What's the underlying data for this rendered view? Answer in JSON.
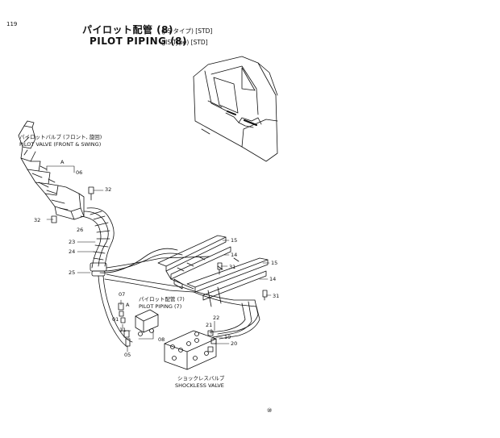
{
  "page_number": "119",
  "title": {
    "jp_main": "パイロット配管 (8)",
    "jp_sub": "(JIS タイプ) [STD]",
    "en_main": "PILOT PIPING (8)",
    "en_sub": "(JIS-Type) [STD]"
  },
  "labels": {
    "valve_jp": "パイロットバルブ (フロント, 旋回)",
    "valve_en": "PILOT VALVE (FRONT & SWING)",
    "piping_jp": "パイロット配管 (7)",
    "piping_en": "PILOT PIPING (7)",
    "shockless_jp": "ショックレスバルブ",
    "shockless_en": "SHOCKLESS VALVE"
  },
  "callouts": {
    "c06": "06",
    "a1": "A",
    "c32a": "32",
    "c32b": "32",
    "c26": "26",
    "c23": "23",
    "c24": "24",
    "c25": "25",
    "c15a": "15",
    "c14a": "14",
    "c31a": "31",
    "c15b": "15",
    "c14b": "14",
    "c31b": "31",
    "c07": "07",
    "a2": "A",
    "c01": "01",
    "c11": "11",
    "c05": "05",
    "c08": "08",
    "c22": "22",
    "c21": "21",
    "c19": "19",
    "c20": "20"
  },
  "bottom_mark": "⑩"
}
